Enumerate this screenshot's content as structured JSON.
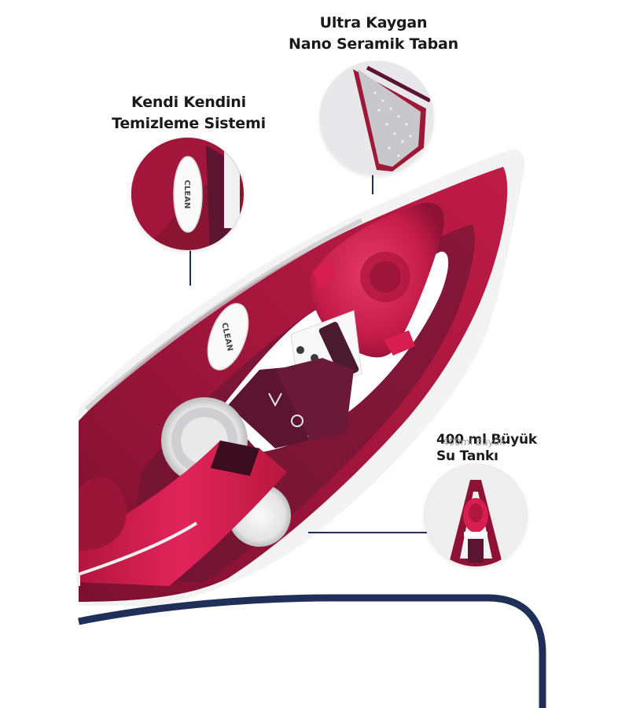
{
  "labels": {
    "nano_base": [
      "Ultra Kaygan",
      "Nano Seramik Taban"
    ],
    "self_clean": [
      "Kendi Kendini",
      "Temizleme Sistemi"
    ],
    "water_tank": [
      "400 ml Büyük",
      "Su Tankı"
    ],
    "water_tank_ghost": "400ml Büyük"
  },
  "product_text": {
    "clean_button": "CLEAN",
    "inset_clean_button": "CLEAN"
  },
  "colors": {
    "body_red": "#a3163c",
    "deep_burgundy": "#5c1530",
    "bright_red": "#d81e50",
    "frame_navy": "#1f2f57"
  }
}
